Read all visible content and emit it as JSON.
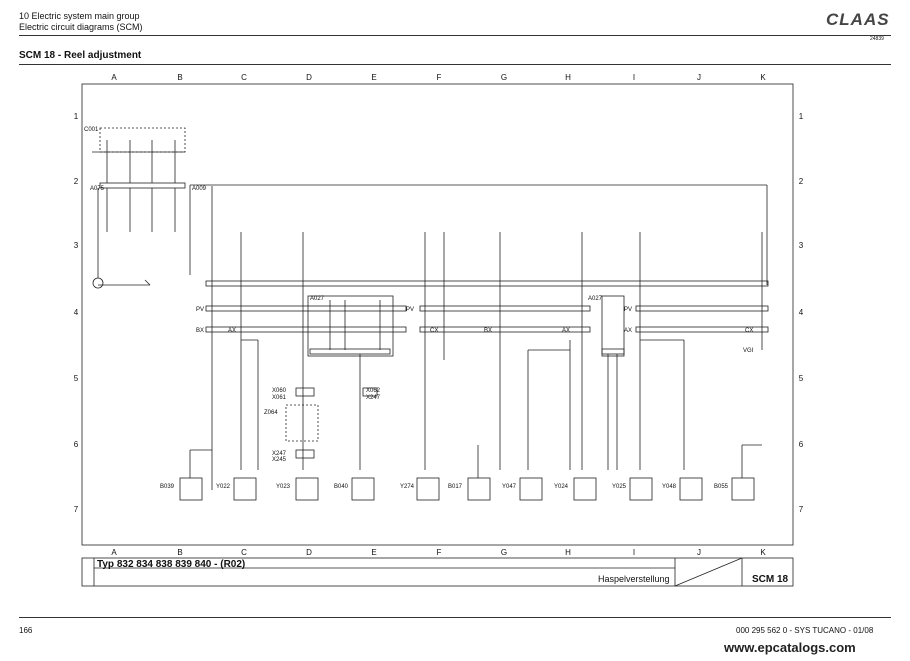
{
  "header": {
    "line1": "10 Electric system main group",
    "line2": "Electric circuit diagrams (SCM)",
    "brand": "CLAAS",
    "ref_code": "24839",
    "section_title": "SCM 18 - Reel adjustment"
  },
  "grid": {
    "columns": [
      "A",
      "B",
      "C",
      "D",
      "E",
      "F",
      "G",
      "H",
      "I",
      "J",
      "K"
    ],
    "rows": [
      "1",
      "2",
      "3",
      "4",
      "5",
      "6",
      "7"
    ]
  },
  "connectors": {
    "c001": "C001",
    "a075": "A075",
    "a009": "A009",
    "a027a": "A027",
    "a027b": "A027",
    "pv": "PV",
    "bx": "BX",
    "ax": "AX",
    "cx": "CX",
    "vgi": "VGI",
    "x060": "X060",
    "x061": "X061",
    "z064": "Z064",
    "x247": "X247",
    "x245": "X245",
    "x062": "X062",
    "x247b": "X247"
  },
  "components": [
    {
      "id": "B039"
    },
    {
      "id": "Y022"
    },
    {
      "id": "Y023"
    },
    {
      "id": "B040"
    },
    {
      "id": "Y274"
    },
    {
      "id": "B017"
    },
    {
      "id": "Y047"
    },
    {
      "id": "Y024"
    },
    {
      "id": "Y025"
    },
    {
      "id": "Y048"
    },
    {
      "id": "B055"
    }
  ],
  "title_block": {
    "type_line": "Typ 832 834 838 839 840 - (R02)",
    "german_title": "Haspelverstellung",
    "sheet": "SCM 18"
  },
  "footer": {
    "page": "166",
    "doc": "000 295 562 0 - SYS TUCANO - 01/08",
    "watermark": "www.epcatalogs.com"
  }
}
